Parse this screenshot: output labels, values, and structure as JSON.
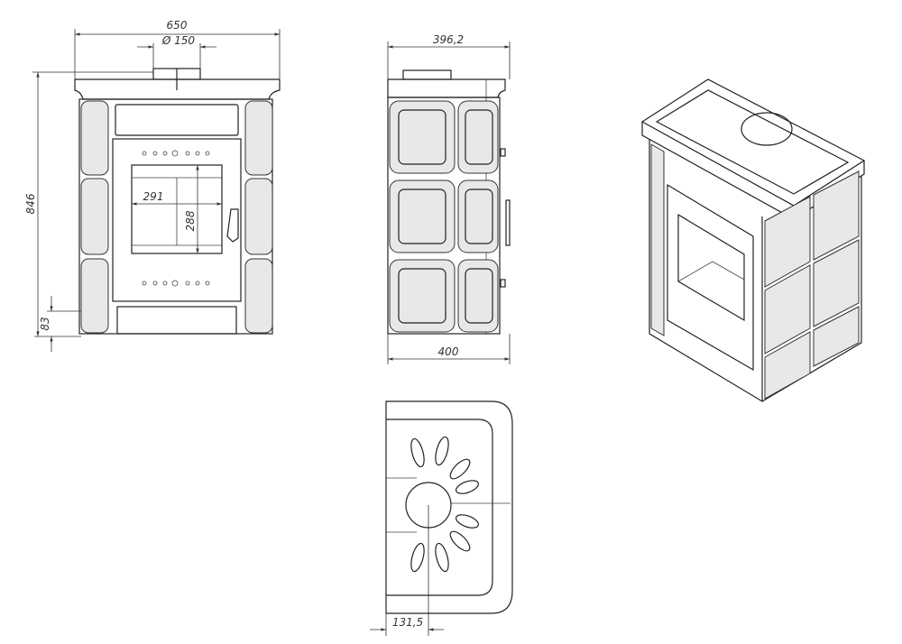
{
  "views": {
    "front": {
      "dimensions": {
        "width": "650",
        "flue_diameter": "Ø 150",
        "height": "846",
        "base_height": "83",
        "glass_width": "291",
        "glass_height": "288"
      }
    },
    "side": {
      "dimensions": {
        "top_depth": "396,2",
        "depth": "400"
      }
    },
    "top": {
      "dimensions": {
        "flue_offset": "131,5"
      }
    },
    "isometric": {}
  }
}
